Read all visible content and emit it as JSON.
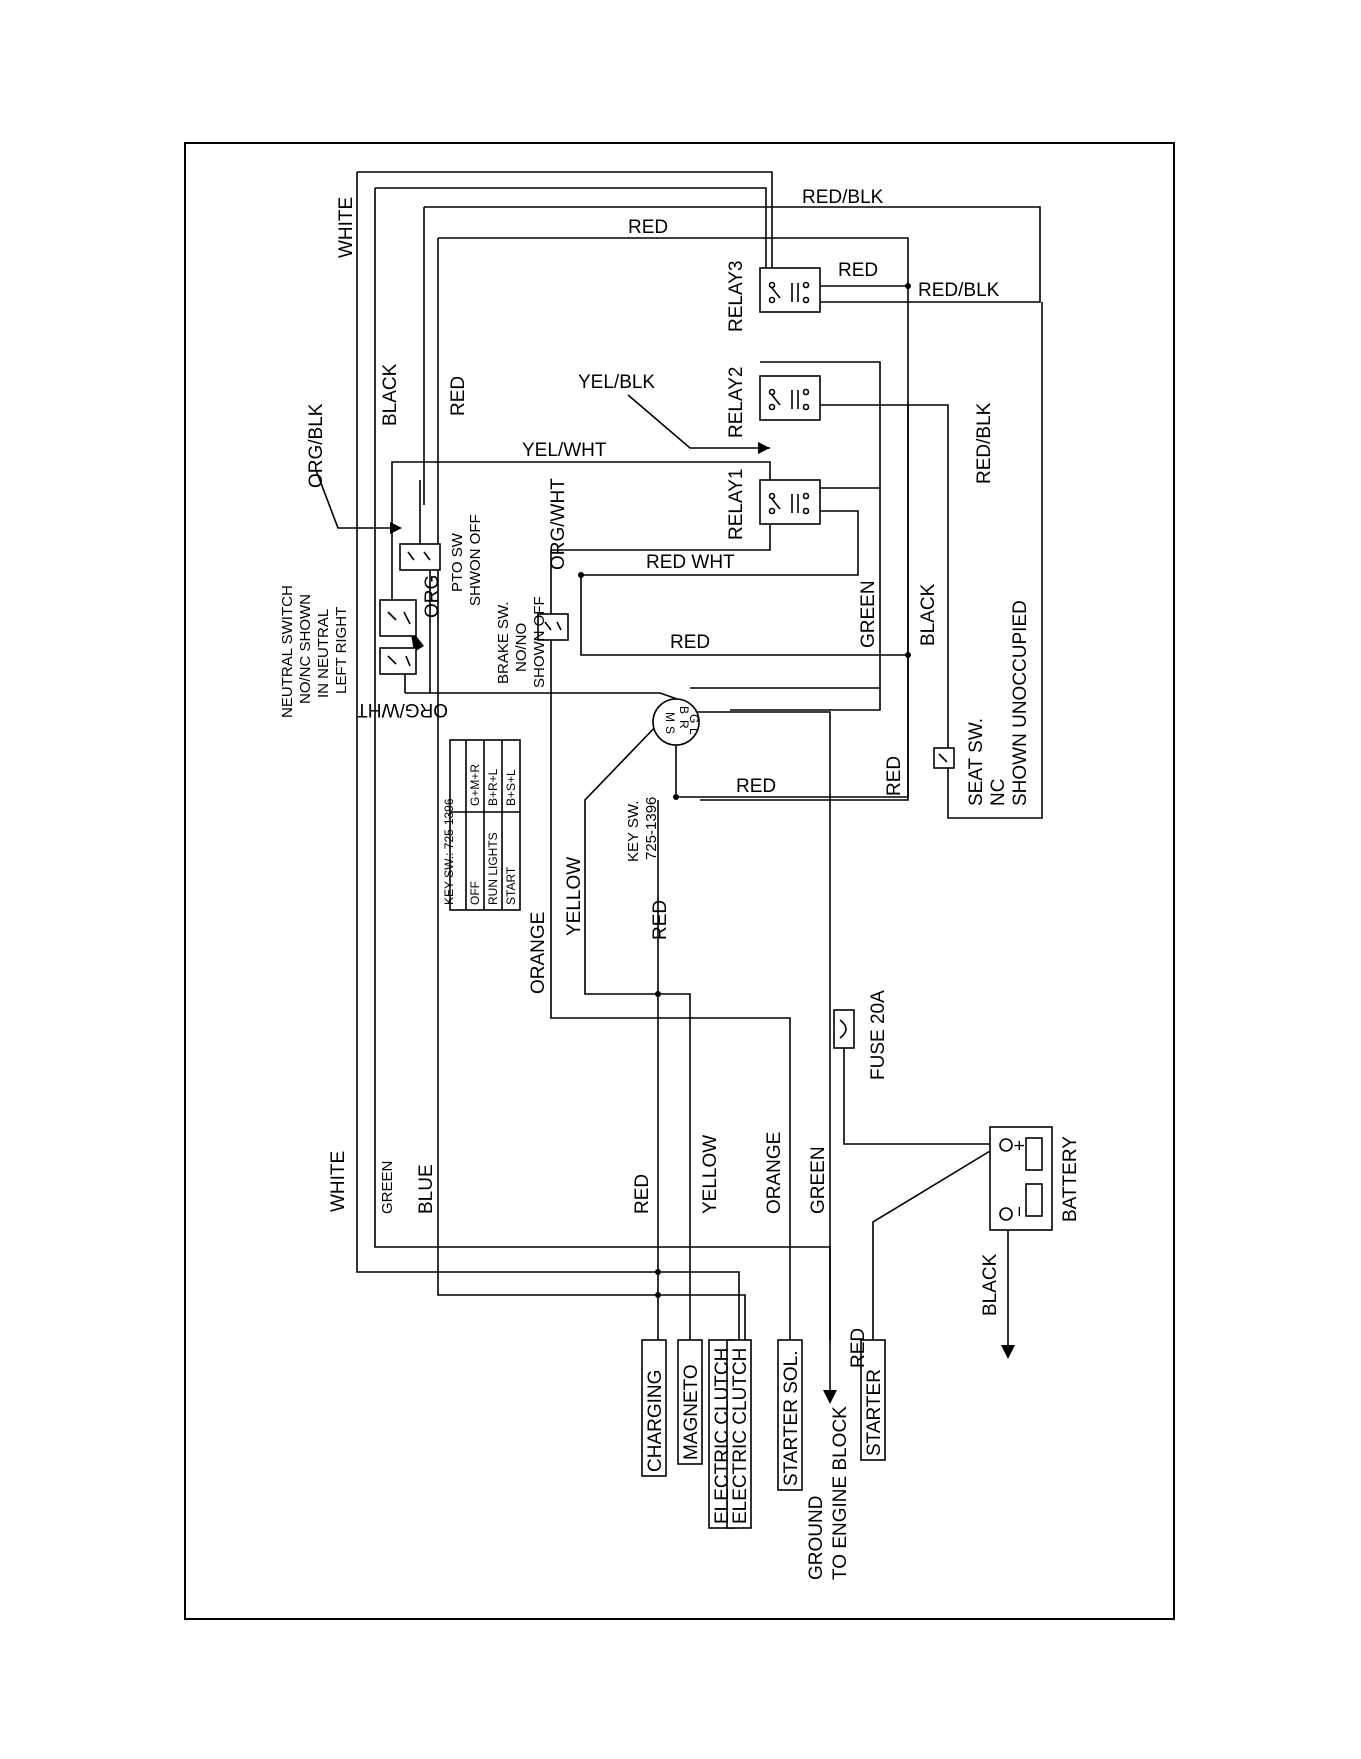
{
  "wire_labels": {
    "red_blk_top": "RED/BLK",
    "red_top": "RED",
    "red_relay3": "RED",
    "red_blk_relay3": "RED/BLK",
    "white_top": "WHITE",
    "black_top": "BLACK",
    "red_left": "RED",
    "org_blk": "ORG/BLK",
    "yel_blk": "YEL/BLK",
    "yel_wht": "YEL/WHT",
    "org_wht_v": "ORG/WHT",
    "red_wht": "RED WHT",
    "red_mid": "RED",
    "green_mid": "GREEN",
    "black_mid": "BLACK",
    "red_blk_right": "RED/BLK",
    "org_short": "ORG",
    "org_wht_inverted": "ORG/WHT",
    "red_key": "RED",
    "red_right": "RED",
    "yellow_mid": "YELLOW",
    "orange_mid": "ORANGE",
    "red_vert": "RED",
    "white_bottom": "WHITE",
    "green_bottom": "GREEN",
    "blue_bottom": "BLUE",
    "red_bottom": "RED",
    "yellow_bottom": "YELLOW",
    "orange_bottom": "ORANGE",
    "green_bottom2": "GREEN",
    "black_battery": "BLACK",
    "red_starter": "RED"
  },
  "relays": {
    "relay1": "RELAY1",
    "relay2": "RELAY2",
    "relay3": "RELAY3"
  },
  "switches": {
    "neutral": [
      "NEUTRAL SWITCH",
      "NO/NC SHOWN",
      "IN NEUTRAL",
      "LEFT RIGHT"
    ],
    "pto": [
      "PTO SW",
      "SHWON OFF"
    ],
    "brake": [
      "BRAKE SW.",
      "NO/NO",
      "SHOWN OFF"
    ],
    "seat": [
      "SEAT SW.",
      "NC",
      "SHOWN UNOCCUPIED"
    ],
    "key": [
      "KEY SW.",
      "725-1396"
    ]
  },
  "key_table": {
    "title": "KEY SW.: 725-1396",
    "rows": [
      {
        "position": "OFF",
        "contacts": "G+M+R"
      },
      {
        "position": "RUN LIGHTS",
        "contacts": "B+R+L"
      },
      {
        "position": "START",
        "contacts": "B+S+L"
      }
    ]
  },
  "components": {
    "fuse": "FUSE 20A",
    "battery": "BATTERY",
    "plus": "+",
    "minus": "−",
    "ground": [
      "GROUND",
      "TO ENGINE BLOCK"
    ]
  },
  "terminals": {
    "charging": "CHARGING",
    "magneto": "MAGNETO",
    "clutch1": "ELECTRIC CLUTCH",
    "clutch2": "ELECTRIC CLUTCH",
    "starter_sol": "STARTER SOL.",
    "starter": "STARTER"
  },
  "key_switch_pins": {
    "m": "M",
    "s": "S",
    "b": "B",
    "r": "R",
    "g": "G",
    "l": "L"
  }
}
